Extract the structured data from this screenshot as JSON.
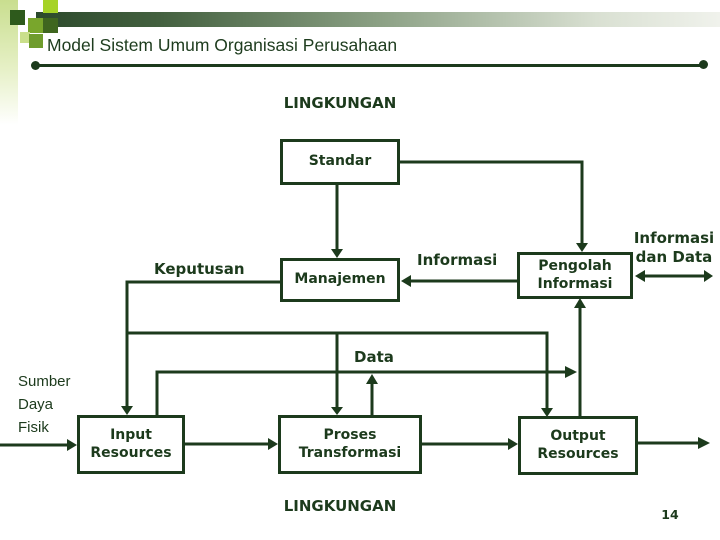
{
  "slide": {
    "title": "Model Sistem Umum Organisasi Perusahaan",
    "page_number": "14"
  },
  "colors": {
    "diagram_green": "#1c3a1c",
    "decor_bright_green": "#a6d327",
    "decor_dark_green": "#2e5a1c"
  },
  "diagram": {
    "environment_top": "LINGKUNGAN",
    "environment_bottom": "LINGKUNGAN",
    "boxes": {
      "standar": {
        "label": "Standar"
      },
      "manajemen": {
        "label": "Manajemen"
      },
      "pengolah_informasi": {
        "line1": "Pengolah",
        "line2": "Informasi"
      },
      "input_resources": {
        "line1": "Input",
        "line2": "Resources"
      },
      "proses_transformasi": {
        "line1": "Proses",
        "line2": "Transformasi"
      },
      "output_resources": {
        "line1": "Output",
        "line2": "Resources"
      }
    },
    "flow_labels": {
      "keputusan": "Keputusan",
      "informasi": "Informasi",
      "informasi_dan_data_line1": "Informasi",
      "informasi_dan_data_line2": "dan Data",
      "data": "Data",
      "sumber_daya_fisik_line1": "Sumber",
      "sumber_daya_fisik_line2": "Daya",
      "sumber_daya_fisik_line3": "Fisik"
    }
  }
}
